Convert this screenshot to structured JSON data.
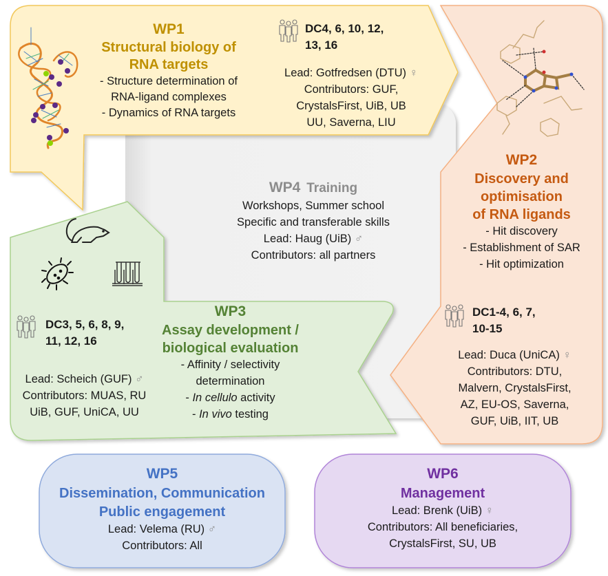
{
  "colors": {
    "wp1_fill": "#fff2cc",
    "wp1_stroke": "#f2c85a",
    "wp1_text": "#bf9000",
    "wp2_fill": "#fbe5d6",
    "wp2_stroke": "#f4b183",
    "wp2_text": "#c55a11",
    "wp3_fill": "#e2efda",
    "wp3_stroke": "#a9d18e",
    "wp3_text": "#548235",
    "wp4_fill": "#efefef",
    "wp4_text": "#8c8c8c",
    "wp5_fill": "#dae3f3",
    "wp5_stroke": "#8faadc",
    "wp5_text": "#4472c4",
    "wp6_fill": "#e6d9f2",
    "wp6_stroke": "#b084d8",
    "wp6_text": "#7030a0"
  },
  "wp1": {
    "id": "WP1",
    "title_lines": [
      "Structural biology of",
      "RNA targets"
    ],
    "tasks": [
      "- Structure determination of",
      "RNA-ligand complexes",
      "- Dynamics of RNA targets"
    ],
    "dc_lines": [
      "DC4, 6, 10, 12,",
      "13, 16"
    ],
    "lead": "Lead: Gotfredsen (DTU)",
    "lead_gender": "♀",
    "contributors_lines": [
      "Contributors: GUF,",
      "CrystalsFirst, UiB, UB",
      "UU, Saverna, LIU"
    ],
    "image": "rna-structure-image"
  },
  "wp2": {
    "id": "WP2",
    "title_lines": [
      "Discovery and",
      "optimisation",
      "of RNA ligands"
    ],
    "tasks": [
      "- Hit discovery",
      "- Establishment of SAR",
      "- Hit optimization"
    ],
    "dc_lines": [
      "DC1-4, 6, 7,",
      "10-15"
    ],
    "lead": "Lead: Duca (UniCA)",
    "lead_gender": "♀",
    "contributors_lines": [
      "Contributors: DTU,",
      "Malvern, CrystalsFirst,",
      "AZ, EU-OS, Saverna,",
      "GUF, UiB, IIT, UB"
    ],
    "image": "ligand-binding-structure-image"
  },
  "wp3": {
    "id": "WP3",
    "title_lines": [
      "Assay development /",
      "biological evaluation"
    ],
    "tasks": [
      {
        "italic": "",
        "text": "- Affinity / selectivity"
      },
      {
        "italic": "",
        "text": "determination"
      },
      {
        "prefix": "- ",
        "italic": "In cellulo",
        "text": " activity"
      },
      {
        "prefix": "- ",
        "italic": "In vivo",
        "text": " testing"
      }
    ],
    "dc_lines": [
      "DC3, 5, 6, 8, 9,",
      "11, 12, 16"
    ],
    "lead": "Lead: Scheich (GUF)",
    "lead_gender": "♂",
    "contributors_lines": [
      "Contributors: MUAS, RU",
      "UiB, GUF, UniCA, UU"
    ],
    "icons": [
      "mouse-icon",
      "bacterium-icon",
      "test-tubes-icon"
    ]
  },
  "wp4": {
    "id": "WP4",
    "title": "Training",
    "lines": [
      "Workshops, Summer school",
      "Specific and transferable skills"
    ],
    "lead": "Lead: Haug (UiB)",
    "lead_gender": "♂",
    "contributors": "Contributors: all partners"
  },
  "wp5": {
    "id": "WP5",
    "title_lines": [
      "Dissemination, Communication",
      "Public engagement"
    ],
    "lead": "Lead: Velema (RU)",
    "lead_gender": "♂",
    "contributors": "Contributors: All"
  },
  "wp6": {
    "id": "WP6",
    "title": "Management",
    "lead": "Lead: Brenk (UiB)",
    "lead_gender": "♀",
    "contributors_lines": [
      "Contributors: All beneficiaries,",
      "CrystalsFirst,  SU, UB"
    ]
  }
}
